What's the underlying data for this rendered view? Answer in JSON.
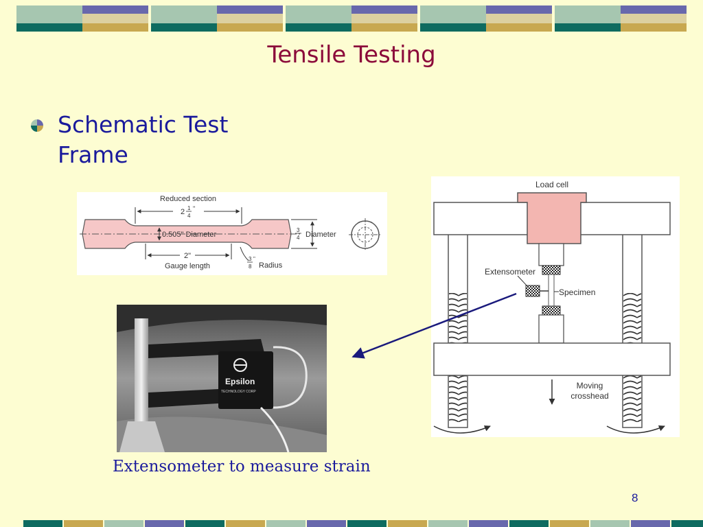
{
  "slide": {
    "title": "Tensile Testing",
    "bullet": "Schematic Test Frame",
    "caption": "Extensometer to measure strain",
    "page_number": "8"
  },
  "specimen_drawing": {
    "reduced_section": "Reduced section",
    "reduced_length": "2",
    "reduced_fraction_num": "1",
    "reduced_fraction_den": "4",
    "inch_mark": "\"",
    "diameter_label": "0.505\" Diameter",
    "gauge_value": "2\"",
    "gauge_length": "Gauge length",
    "end_fraction_num": "3",
    "end_fraction_den": "4",
    "end_diameter": "Diameter",
    "radius_fraction_num": "3",
    "radius_fraction_den": "8",
    "radius_inch_mark": "\"",
    "radius_label": "Radius"
  },
  "frame_drawing": {
    "load_cell": "Load cell",
    "extensometer": "Extensometer",
    "specimen": "Specimen",
    "moving_line1": "Moving",
    "moving_line2": "crosshead"
  },
  "photo": {
    "brand": "Epsilon",
    "brand_sub": "TECHNOLOGY CORP"
  },
  "colors": {
    "background": "#fdfdd2",
    "title": "#8b0a3a",
    "text": "#1a1a9c",
    "load_cell": "#f3b6b1",
    "specimen": "#f6c7c7",
    "band_teal": "#0e6b60",
    "band_purple": "#6868ac",
    "band_gold": "#c8a850",
    "band_sage": "#a6c6b0",
    "band_cream": "#dcd0a0"
  }
}
